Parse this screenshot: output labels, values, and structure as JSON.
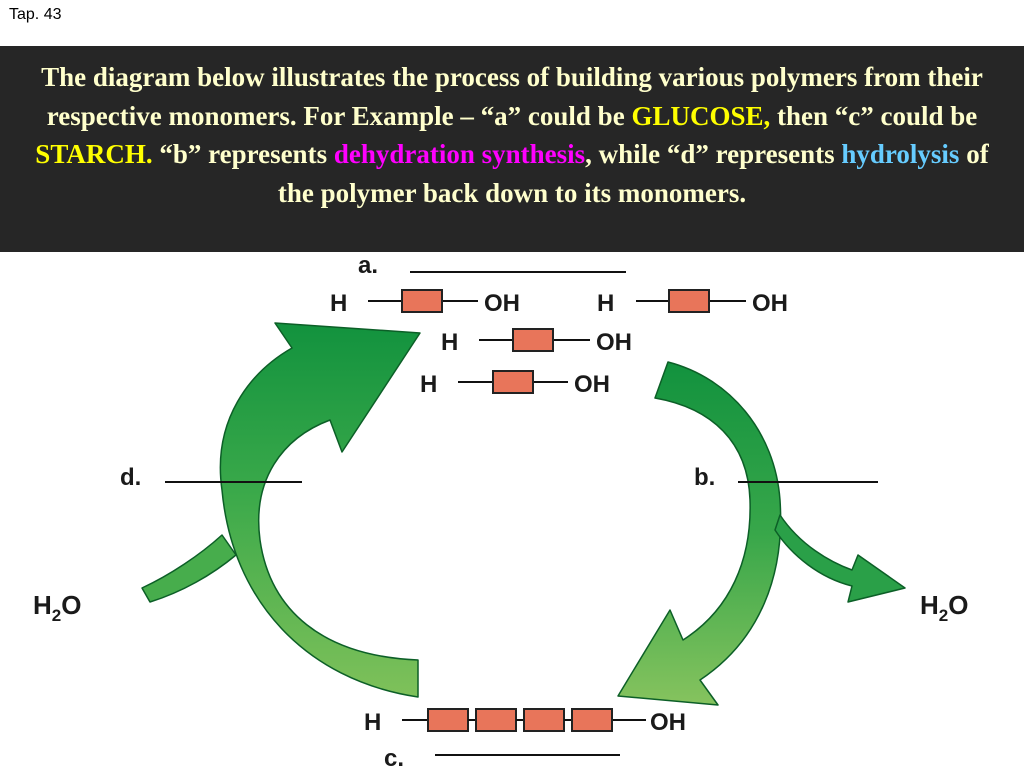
{
  "slide_tag": "Tap. 43",
  "banner": {
    "part1": "The diagram below illustrates the process of building various polymers from their respective monomers.  For Example – “a” could be ",
    "glucose": "GLUCOSE,",
    "part2": " then “c” could be ",
    "starch": "STARCH.",
    "part3": "  “b” represents ",
    "dehydration": "dehydration synthesis",
    "part4": ", while “d” represents ",
    "hydrolysis": "hydrolysis",
    "part5": " of the polymer back down to its monomers."
  },
  "diagram": {
    "label_a": "a.",
    "label_b": "b.",
    "label_c": "c.",
    "label_d": "d.",
    "h": "H",
    "oh": "OH",
    "water_h": "H",
    "water_sub": "2",
    "water_o": "O"
  },
  "colors": {
    "monomer_fill": "#e8755a",
    "arrow_green": "#1f9a3f",
    "banner_bg": "#262626"
  }
}
